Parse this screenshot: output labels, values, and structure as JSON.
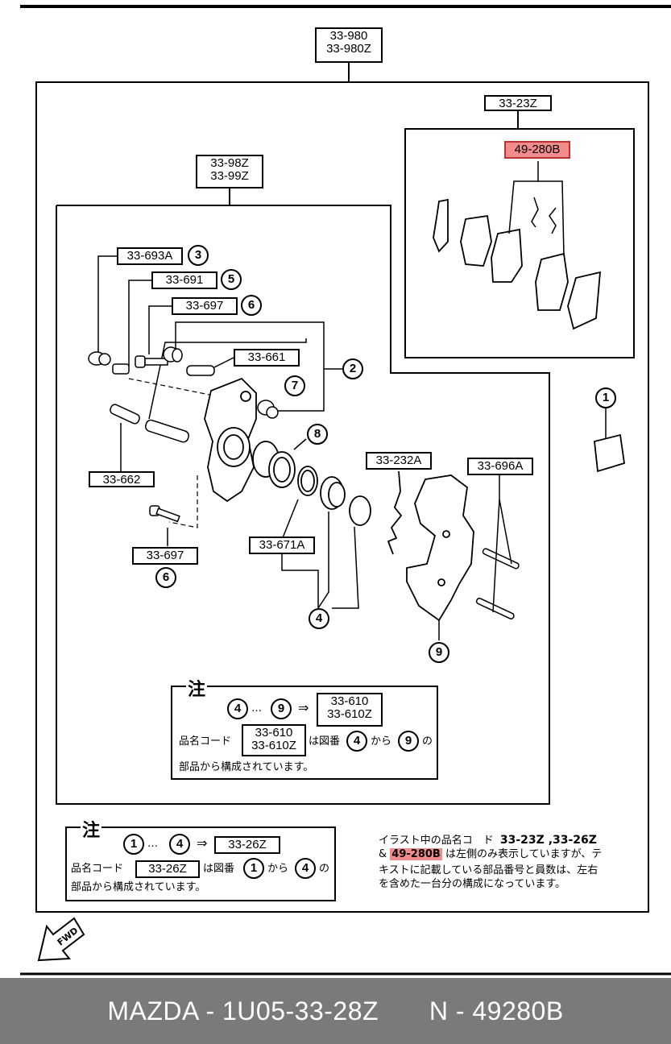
{
  "labels": {
    "assy_top_1": "33-980",
    "assy_top_2": "33-980Z",
    "pad_kit": "33-23Z",
    "pad_highlight": "49-280B",
    "caliper_1": "33-98Z",
    "caliper_2": "33-99Z",
    "p_693a": "33-693A",
    "p_691": "33-691",
    "p_697a": "33-697",
    "p_661": "33-661",
    "p_662": "33-662",
    "p_697b": "33-697",
    "p_671a": "33-671A",
    "p_232a": "33-232A",
    "p_696a": "33-696A"
  },
  "callouts": {
    "c3": "3",
    "c5": "5",
    "c6a": "6",
    "c2": "2",
    "c7": "7",
    "c8": "8",
    "c6b": "6",
    "c4": "4",
    "c9": "9",
    "c1": "1"
  },
  "note_inner": {
    "title": "注",
    "from": "4",
    "dots": "…",
    "to": "9",
    "arrow": "⇒",
    "code_1": "33-610",
    "code_2": "33-610Z",
    "line2_prefix": "品名コード",
    "line2_mid": "は図番",
    "line2_num1": "4",
    "line2_kara": "から",
    "line2_num2": "9",
    "line2_no": "の",
    "line3": "部品から構成されています。"
  },
  "note_outer": {
    "title": "注",
    "from": "1",
    "dots": "…",
    "to": "4",
    "arrow": "⇒",
    "code": "33-26Z",
    "line2_prefix": "品名コード",
    "line2_code": "33-26Z",
    "line2_mid": "は図番",
    "line2_num1": "1",
    "line2_kara": "から",
    "line2_num2": "4",
    "line2_no": "の",
    "line3": "部品から構成されています。"
  },
  "side_note": {
    "line1_prefix": "イラスト中の品名コ　ド",
    "line1_codes": "33-23Z ,33-26Z",
    "line2_amp": "&",
    "line2_code": "49-280B",
    "line2_rest": "は左側のみ表示していますが、テ",
    "line3": "キストに記載している部品番号と員数は、左右",
    "line4": "を含めた一台分の構成になっています。"
  },
  "fwd_label": "FWD",
  "footer": {
    "brand_part": "MAZDA - 1U05-33-28Z",
    "n_part": "N - 49280B"
  },
  "colors": {
    "highlight": "#f28b8b",
    "footer_bg": "#7a7a7a"
  }
}
